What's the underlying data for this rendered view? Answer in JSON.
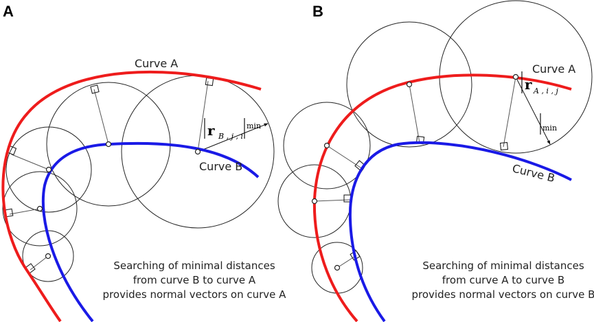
{
  "panel_a": {
    "letter": "A",
    "curve_a_label": "Curve A",
    "curve_b_label": "Curve B",
    "math": {
      "symbol": "r",
      "subscript": "B , j , i",
      "min": "min"
    },
    "caption": [
      "Searching of minimal distances",
      "from curve B to curve A",
      "provides normal vectors on curve A"
    ]
  },
  "panel_b": {
    "letter": "B",
    "curve_a_label": "Curve A",
    "curve_b_label": "Curve B",
    "math": {
      "symbol": "r",
      "subscript": "A , i , j",
      "min": "min"
    },
    "caption": [
      "Searching of minimal distances",
      "from curve A to curve B",
      "provides normal vectors on curve B"
    ]
  },
  "colors": {
    "curve_a": "#ee1c1c",
    "curve_b": "#1a1ae6",
    "lines": "#222222"
  }
}
